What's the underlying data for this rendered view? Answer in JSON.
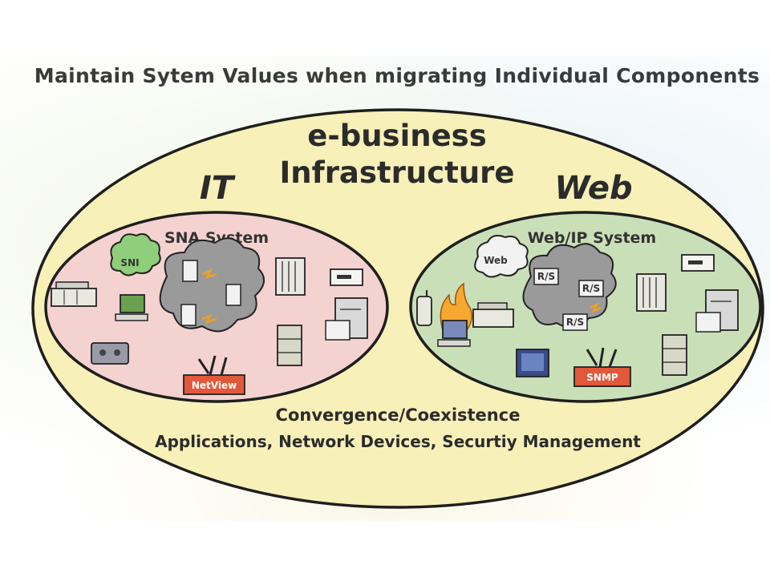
{
  "title": "Maintain Sytem Values when migrating Individual Components",
  "outer": {
    "heading_line1": "e-business",
    "heading_line2": "Infrastructure",
    "left_label": "IT",
    "right_label": "Web",
    "bottom_line1": "Convergence/Coexistence",
    "bottom_line2": "Applications, Network Devices, Securtiy Management"
  },
  "left_system": {
    "title": "SNA System",
    "cloud_label": "SNI",
    "toolbox_label": "NetView"
  },
  "right_system": {
    "title": "Web/IP System",
    "cloud_label": "Web",
    "router_labels": [
      "R/S",
      "R/S",
      "R/S"
    ],
    "toolbox_label": "SNMP"
  },
  "colors": {
    "outer_fill": "#f7f0b8",
    "left_fill": "#f4d2d0",
    "right_fill": "#c9dfb8",
    "cloud_gray": "#9a9a9a",
    "cloud_green": "#8fce7a",
    "toolbox": "#e2583a"
  }
}
